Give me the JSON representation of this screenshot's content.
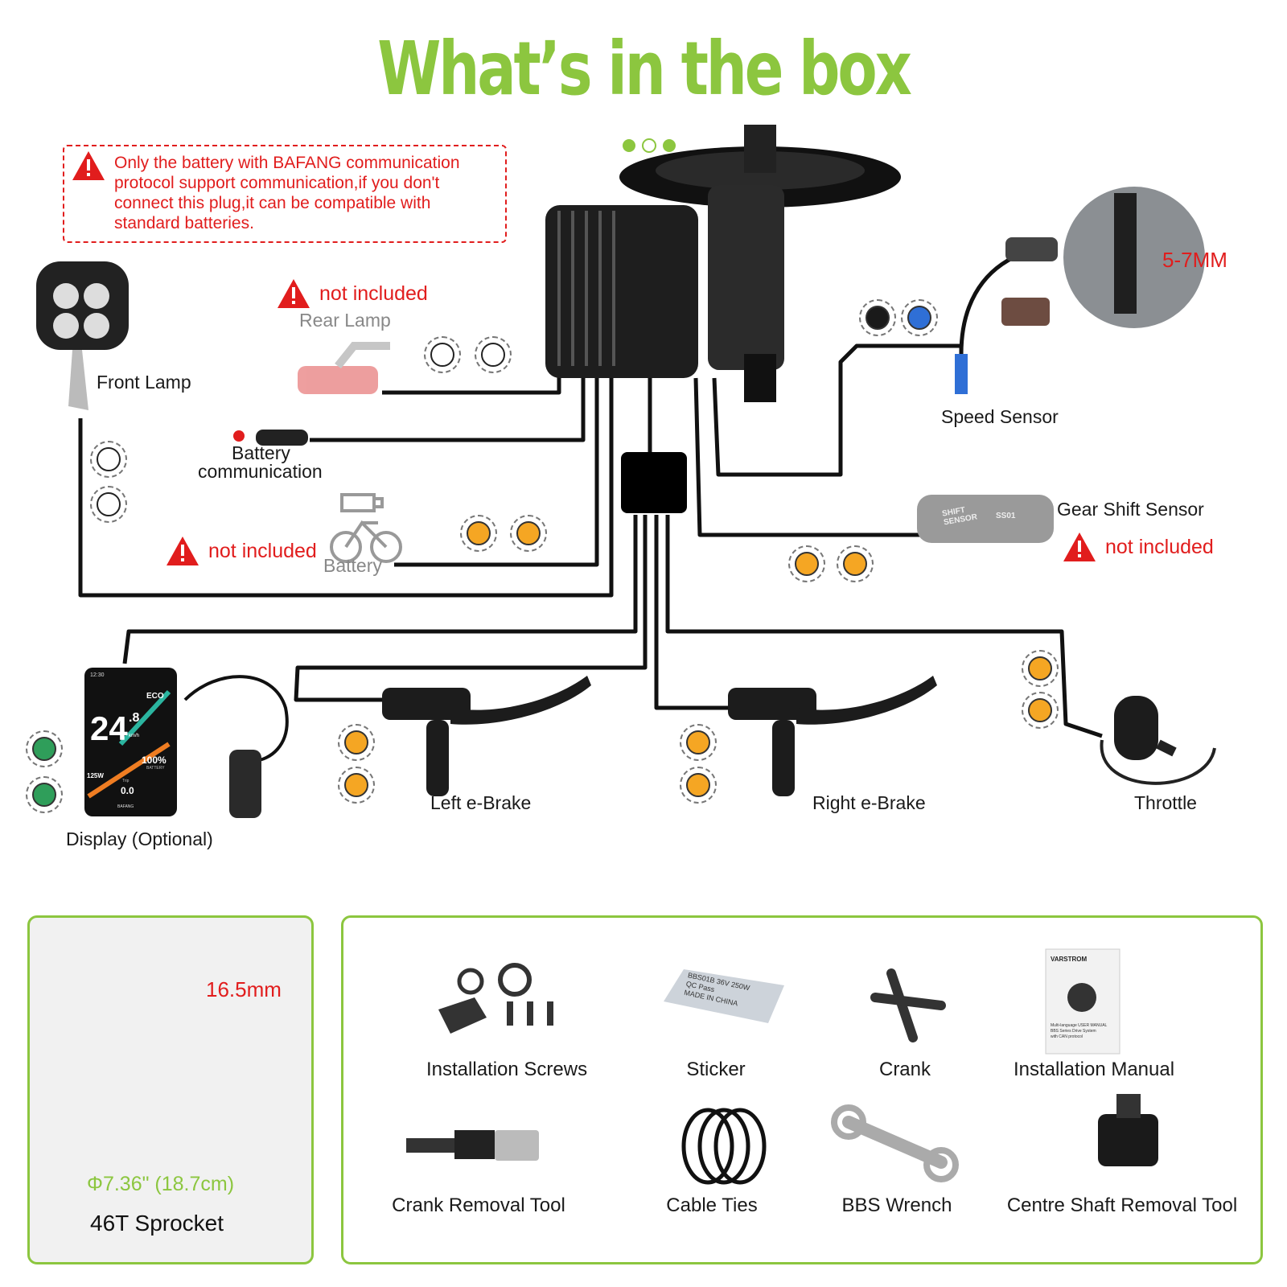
{
  "title": "What’s in the box",
  "notice": "Only the battery with BAFANG communication protocol support communication,if you don't connect this plug,it can be compatible with standard batteries.",
  "labels": {
    "front_lamp": "Front Lamp",
    "rear_lamp": "Rear Lamp",
    "battery_comm_line1": "Battery",
    "battery_comm_line2": "communication",
    "battery": "Battery",
    "speed_sensor": "Speed Sensor",
    "gear_shift_sensor": "Gear Shift Sensor",
    "display": "Display (Optional)",
    "left_brake": "Left e-Brake",
    "right_brake": "Right e-Brake",
    "throttle": "Throttle",
    "gap_measure": "5-7MM",
    "not_included": "not included"
  },
  "sensor_text": {
    "line1": "SHIFT",
    "line2": "SENSOR",
    "model": "SS01"
  },
  "display_screen": {
    "time": "12:30",
    "mode": "ECO",
    "speed": "24",
    "speed_dec": ".8",
    "unit": "km/h",
    "battery": "100%",
    "battery_label": "BATTERY",
    "power": "125W",
    "trip_label": "Trip",
    "trip": "0.0",
    "brand": "BAFANG"
  },
  "sprocket": {
    "thickness": "16.5mm",
    "diameter": "Φ7.36\" (18.7cm)",
    "name": "46T Sprocket"
  },
  "sticker": {
    "line1": "BBS01B 36V 250W",
    "line2": "QC Pass",
    "line3": "MADE IN CHINA"
  },
  "manual": {
    "brand": "VARSTROM",
    "line1": "Multi-language USER MANUAL",
    "line2": "BBS Series Drive System",
    "line3": "with CAN protocol"
  },
  "accessories": [
    {
      "name": "Installation Screws"
    },
    {
      "name": "Sticker"
    },
    {
      "name": "Crank"
    },
    {
      "name": "Installation Manual"
    },
    {
      "name": "Crank Removal Tool"
    },
    {
      "name": "Cable Ties"
    },
    {
      "name": "BBS Wrench"
    },
    {
      "name": "Centre Shaft Removal Tool"
    }
  ],
  "colors": {
    "title_green": "#8cc63f",
    "warning_red": "#e11d1d",
    "connector_orange": "#f5a623"
  }
}
